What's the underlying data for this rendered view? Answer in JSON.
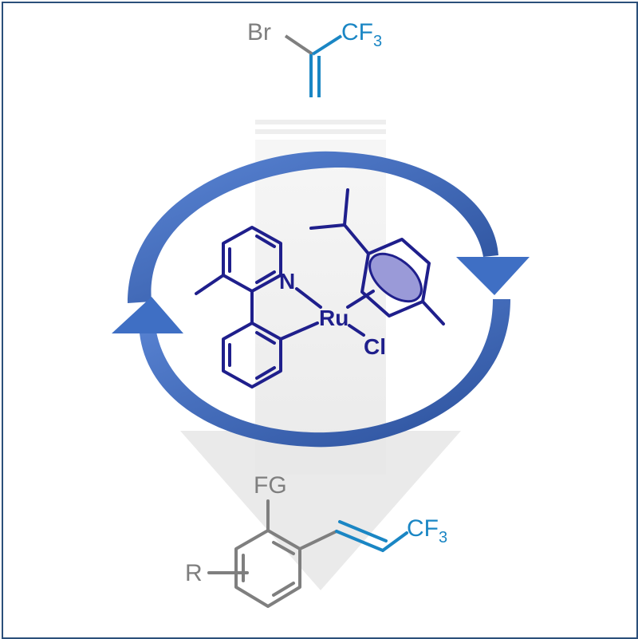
{
  "reagent": {
    "left_atom": "Br",
    "group": "CF",
    "group_sub": "3"
  },
  "catalyst": {
    "metal": "Ru",
    "nitrogen": "N",
    "chloride": "Cl"
  },
  "product": {
    "fg": "FG",
    "r": "R",
    "group": "CF",
    "group_sub": "3"
  },
  "colors": {
    "frame": "#2b4f7a",
    "gray_structure": "#7f7f7f",
    "cf3_blue": "#1a86c4",
    "catalyst_navy": "#1f1f8c",
    "cycle_arrow": "#3f6fc4",
    "cycle_arrow_dark": "#2a4f9a",
    "background_arrow": "#ececec",
    "arene_fill": "#9a9ad8"
  }
}
